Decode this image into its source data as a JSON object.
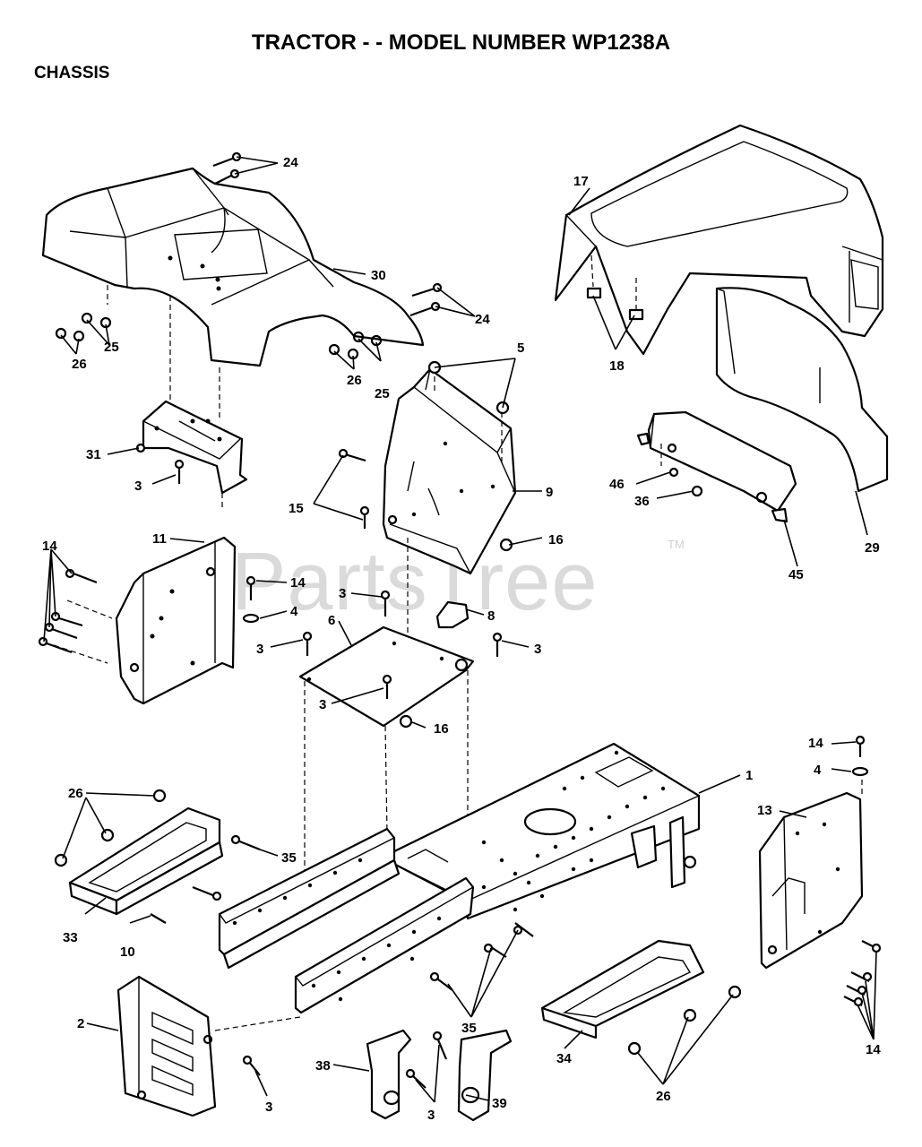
{
  "title": "TRACTOR - - MODEL NUMBER WP1238A",
  "section": "CHASSIS",
  "watermark": {
    "text": "PartsTree",
    "tm": "TM"
  },
  "callouts": [
    "1",
    "2",
    "3",
    "3",
    "3",
    "3",
    "3",
    "3",
    "4",
    "4",
    "5",
    "6",
    "8",
    "9",
    "10",
    "11",
    "13",
    "14",
    "14",
    "14",
    "14",
    "15",
    "16",
    "16",
    "17",
    "18",
    "24",
    "24",
    "25",
    "25",
    "26",
    "26",
    "26",
    "26",
    "29",
    "30",
    "31",
    "33",
    "34",
    "35",
    "35",
    "36",
    "38",
    "39",
    "45",
    "46"
  ]
}
